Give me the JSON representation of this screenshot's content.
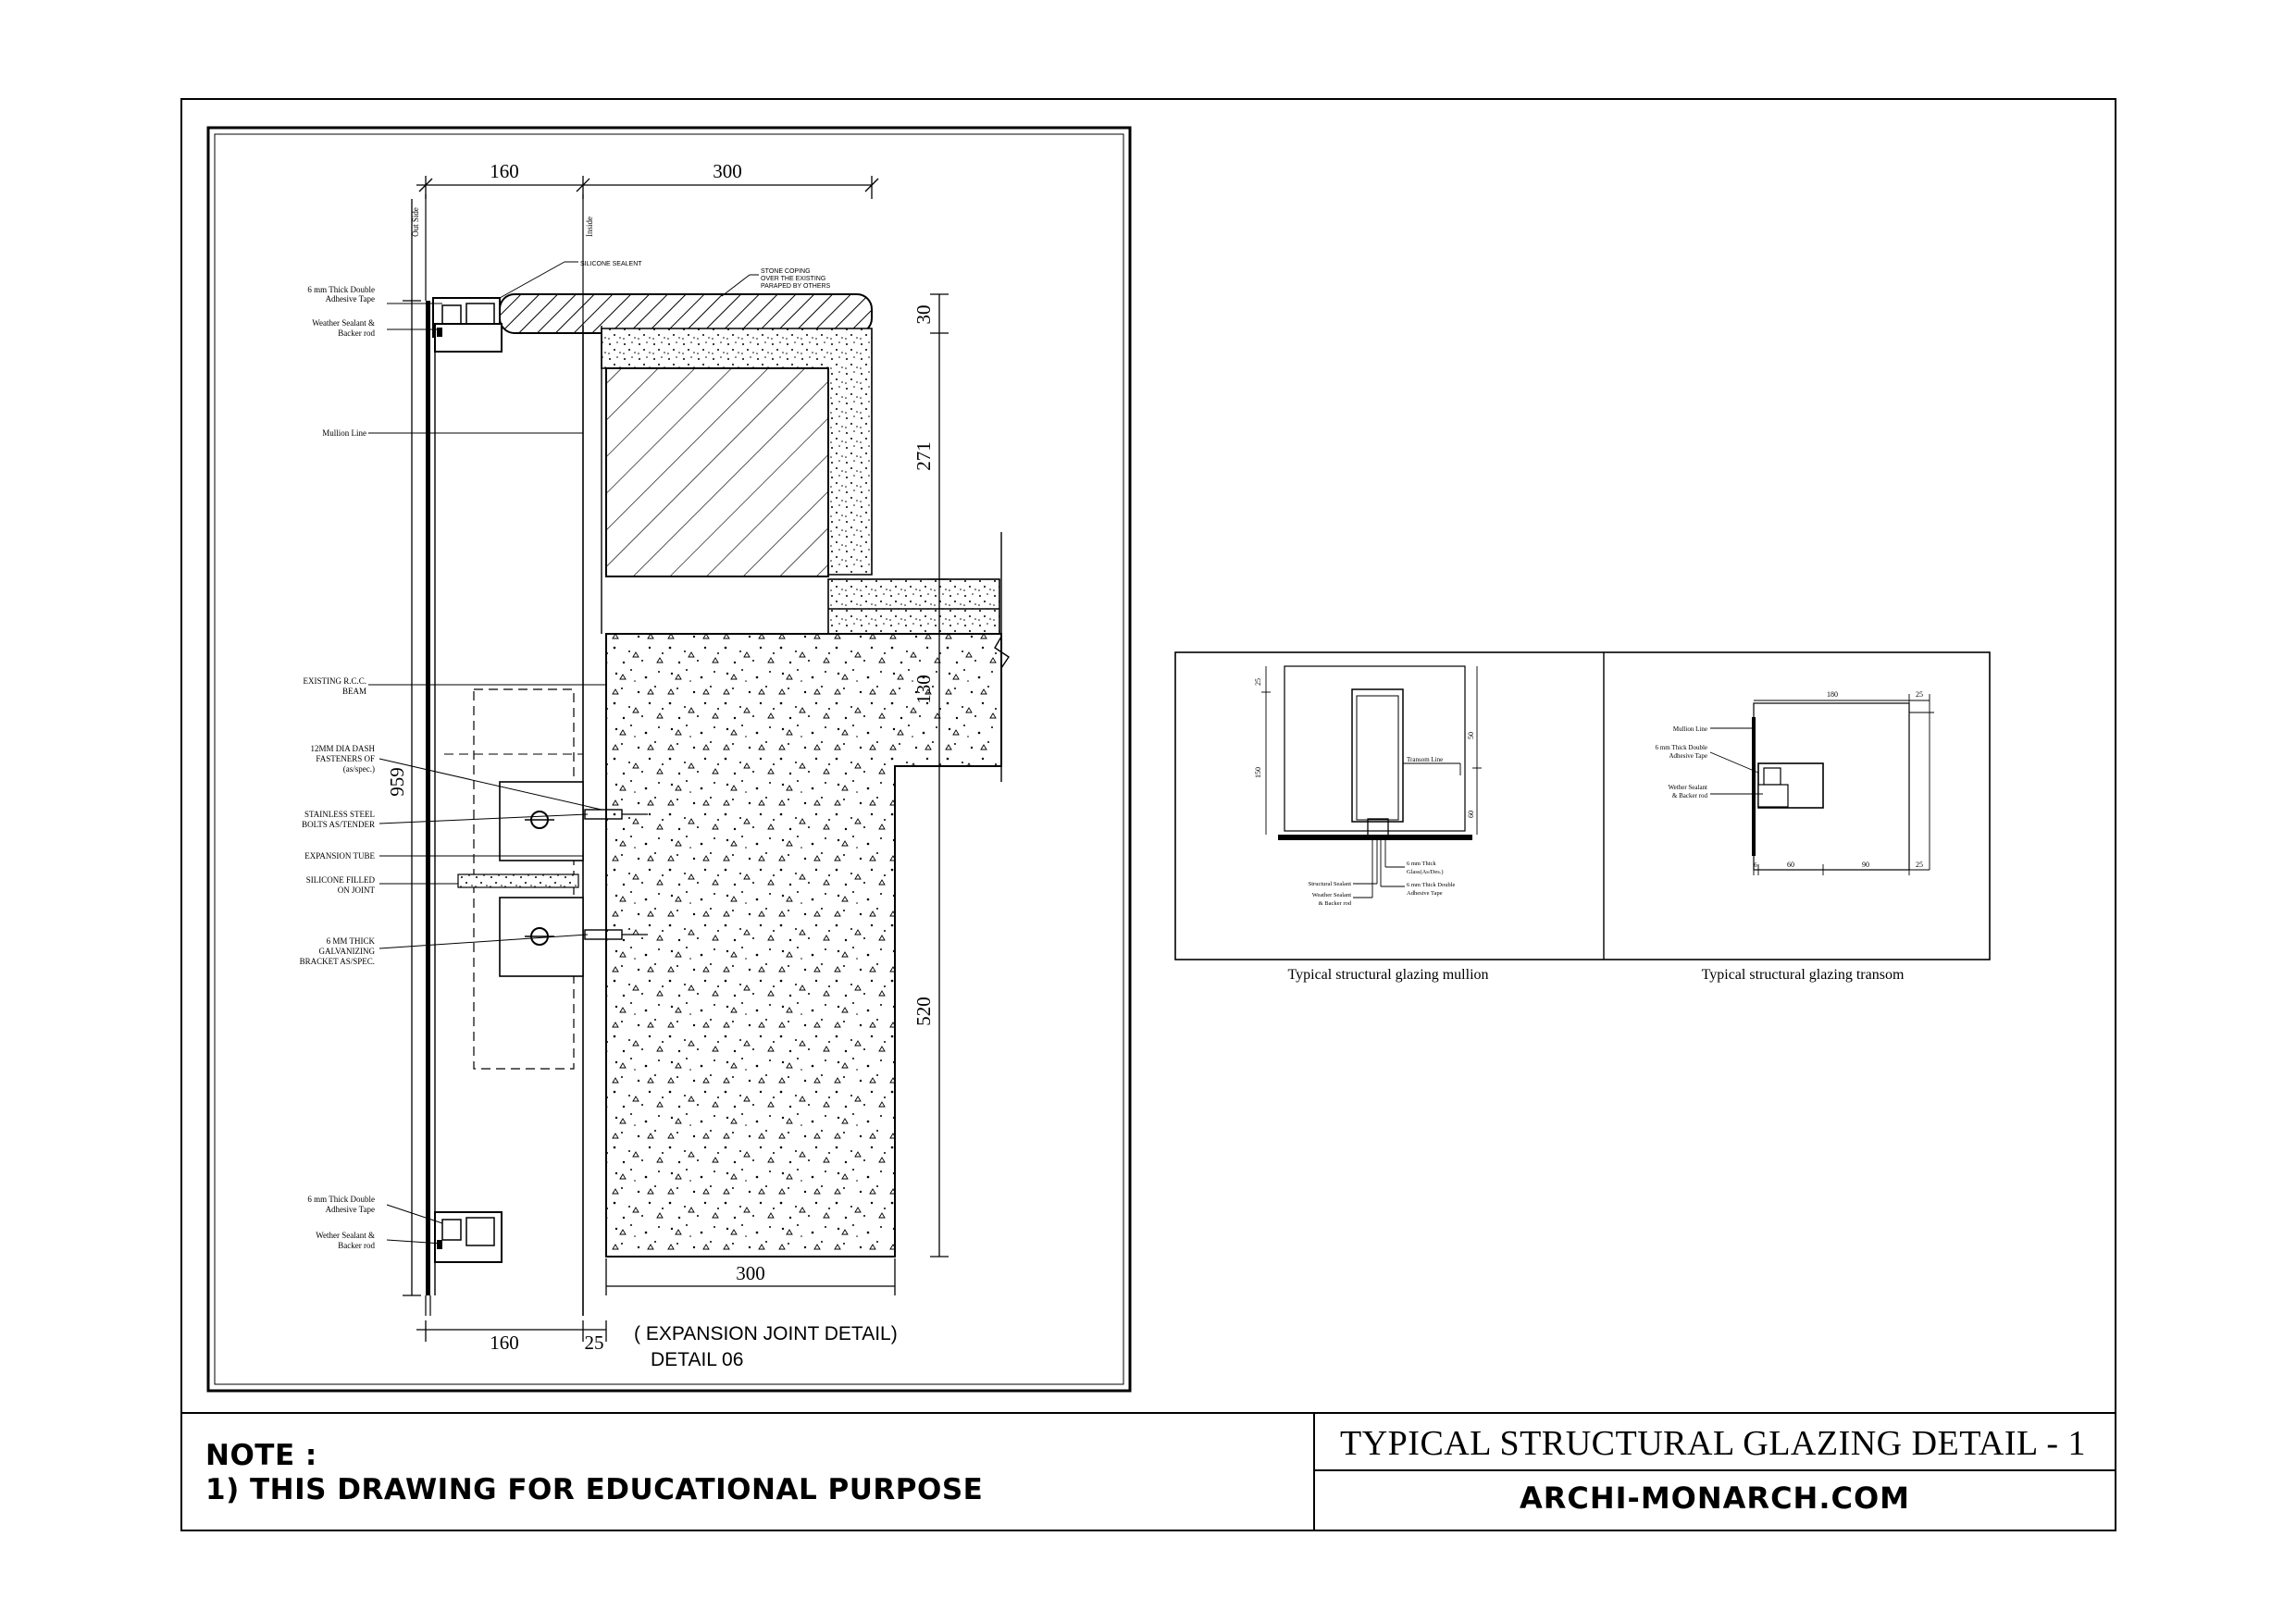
{
  "detail_06": {
    "dims": {
      "top_160": "160",
      "top_300": "300",
      "v_30": "30",
      "v_271": "271",
      "v_130": "130",
      "v_520": "520",
      "v_959": "959",
      "bot_300": "300",
      "bot_160": "160",
      "bot_25": "25"
    },
    "side_labels": {
      "out_side": "Out Side",
      "inside": "Inside"
    },
    "labels": {
      "silicone_sealent": "SILICONE SEALENT",
      "stone_coping_1": "STONE COPING",
      "stone_coping_2": "OVER THE EXISTING",
      "stone_coping_3": "PARAPED BY OTHERS",
      "tape_top_1": "6 mm Thick Double",
      "tape_top_2": "Adhesive Tape",
      "sealant_top_1": "Weather Sealant &",
      "sealant_top_2": "Backer rod",
      "mullion_line": "Mullion Line",
      "rcc_1": "EXISTING R.C.C.",
      "rcc_2": "BEAM",
      "fast_1": "12MM DIA DASH",
      "fast_2": "FASTENERS OF",
      "fast_3": "(as/spec.)",
      "bolts_1": "STAINLESS STEEL",
      "bolts_2": "BOLTS AS/TENDER",
      "exp_tube": "EXPANSION TUBE",
      "sil_1": "SILICONE FILLED",
      "sil_2": "ON JOINT",
      "brk_1": "6 MM THICK",
      "brk_2": "GALVANIZING",
      "brk_3": "BRACKET AS/SPEC.",
      "tape_bot_1": "6 mm Thick Double",
      "tape_bot_2": "Adhesive Tape",
      "sealant_bot_1": "Wether Sealant &",
      "sealant_bot_2": "Backer rod"
    },
    "caption_1": "( EXPANSION JOINT DETAIL)",
    "caption_2": "DETAIL  06"
  },
  "mullion_detail": {
    "caption": "Typical structural glazing mullion",
    "dims": {
      "d25": "25",
      "d150": "150",
      "d50": "50",
      "d60": "60"
    },
    "labels": {
      "transom_line": "Transom Line",
      "structural_sealant": "Structural Sealant",
      "weather_1": "Weather Sealant",
      "weather_2": "& Backer rod",
      "glass_1": "6 mm Thick",
      "glass_2": "Glass(As/Des.)",
      "tape_1": "6 mm Thick Double",
      "tape_2": "Adhesive Tape"
    }
  },
  "transom_detail": {
    "caption": "Typical structural glazing transom",
    "dims": {
      "d180": "180",
      "d25a": "25",
      "d6": "6",
      "d60": "60",
      "d90": "90",
      "d25b": "25"
    },
    "labels": {
      "mullion_line": "Mullion Line",
      "tape_1": "6 mm Thick Double",
      "tape_2": "Adhesive Tape",
      "weather_1": "Wether Sealant",
      "weather_2": "& Backer rod"
    }
  },
  "title_block": {
    "note_heading": "NOTE :",
    "note_line": "1) THIS DRAWING FOR EDUCATIONAL PURPOSE",
    "title": "TYPICAL STRUCTURAL GLAZING DETAIL - 1",
    "website": "ARCHI-MONARCH.COM"
  }
}
